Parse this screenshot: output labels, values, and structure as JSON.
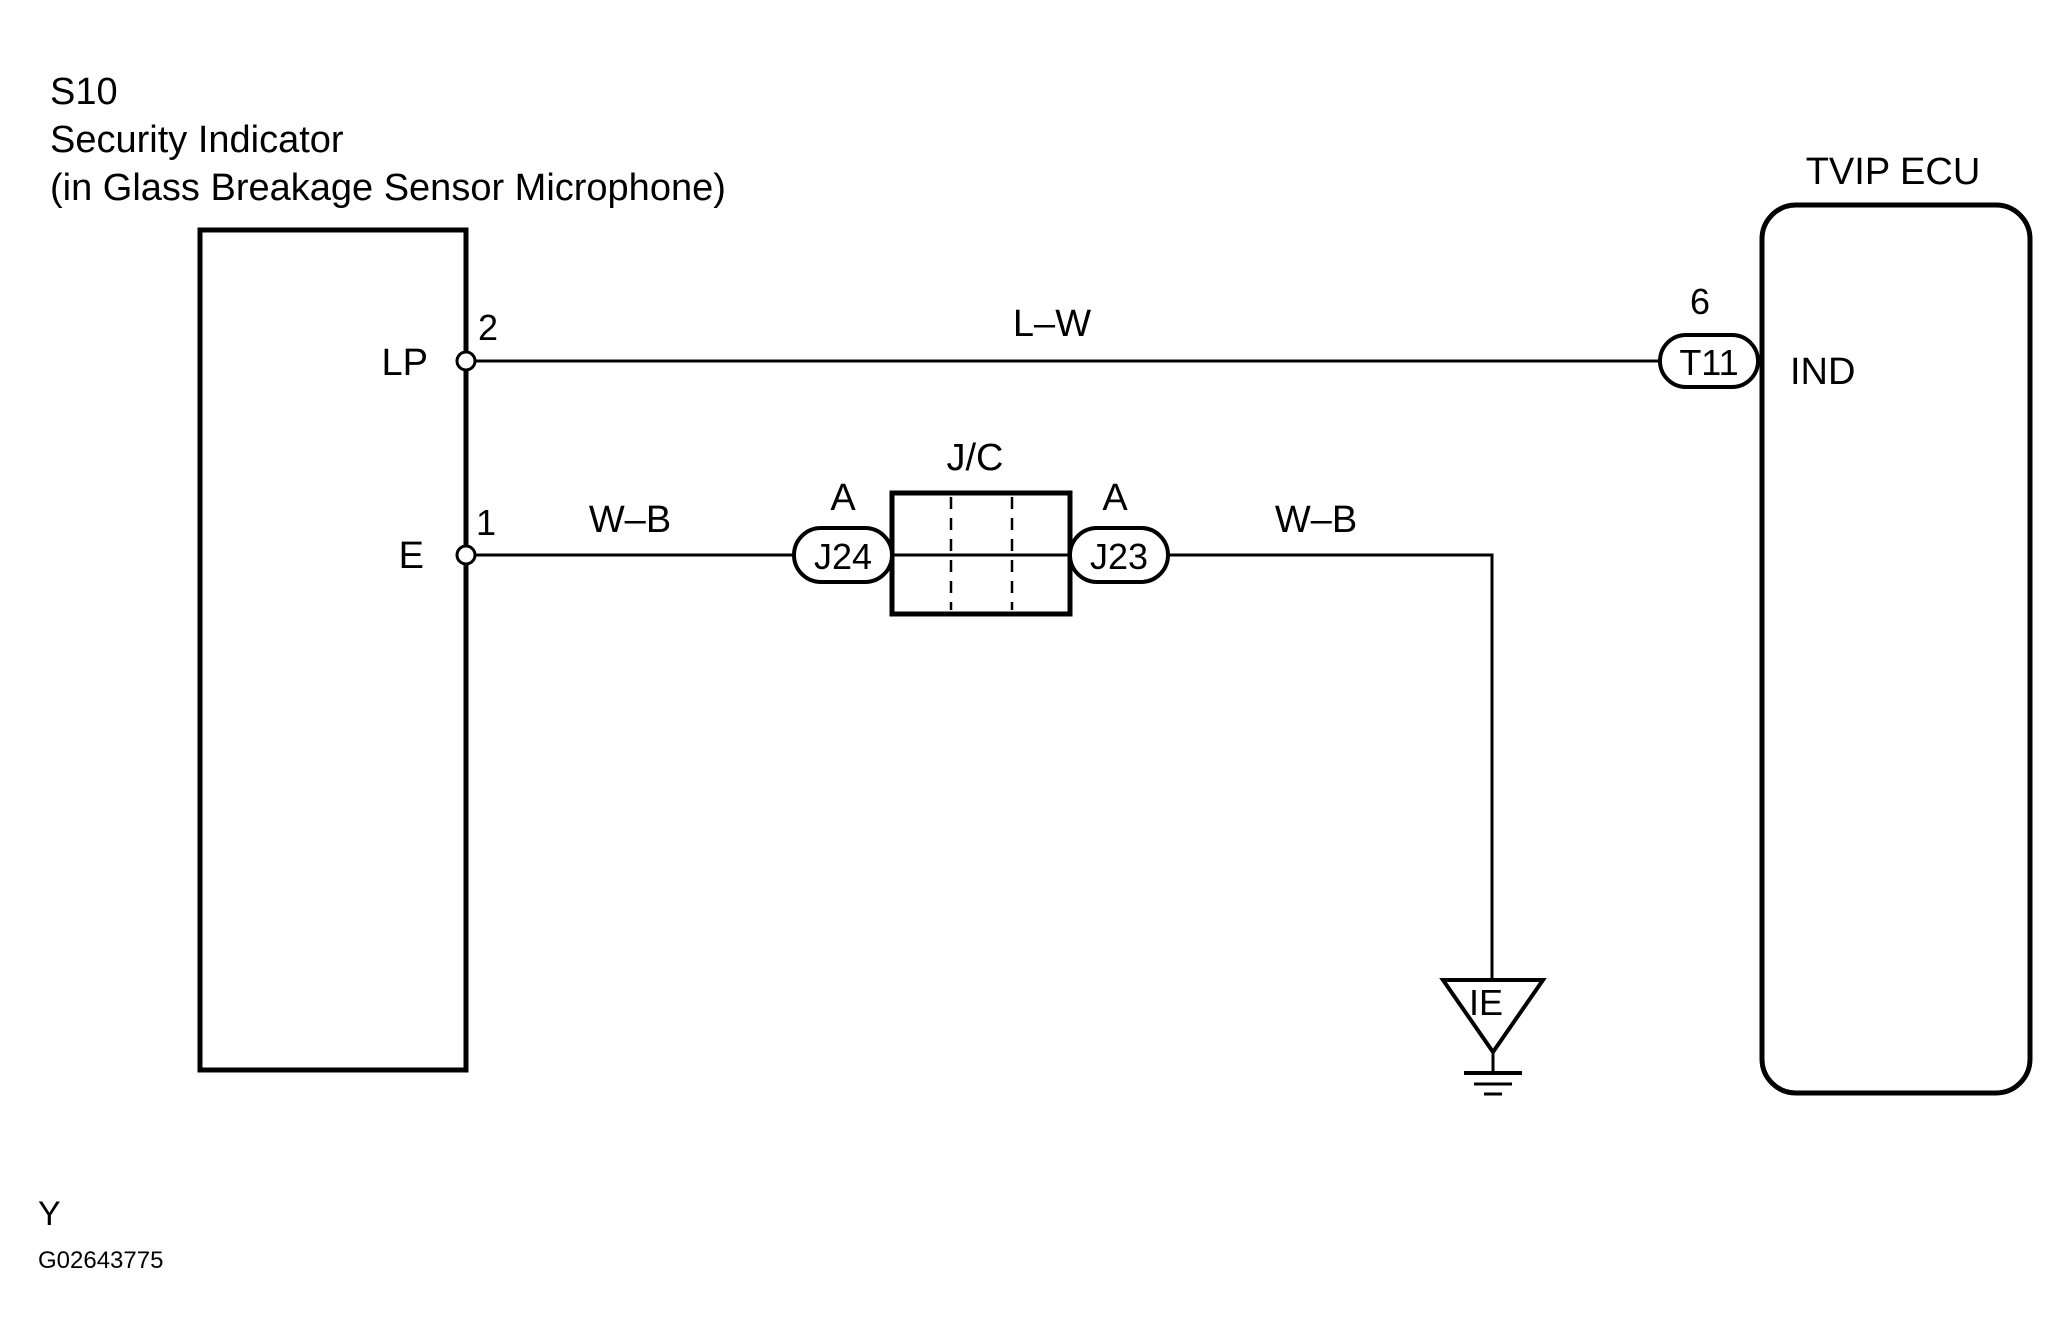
{
  "component_left": {
    "code": "S10",
    "name": "Security Indicator",
    "location": "(in Glass Breakage Sensor Microphone)",
    "pins": [
      {
        "number": "2",
        "name": "LP"
      },
      {
        "number": "1",
        "name": "E"
      }
    ]
  },
  "component_right": {
    "name": "TVIP ECU",
    "pin": {
      "number": "6",
      "name": "IND",
      "connector": "T11"
    }
  },
  "wires": {
    "top": "L–W",
    "bottom_left": "W–B",
    "bottom_right": "W–B"
  },
  "junction": {
    "label": "J/C",
    "left_connector": {
      "id": "J24",
      "letter": "A"
    },
    "right_connector": {
      "id": "J23",
      "letter": "A"
    }
  },
  "ground": {
    "label": "IE"
  },
  "footer": {
    "mark": "Y",
    "figure_id": "G02643775"
  }
}
